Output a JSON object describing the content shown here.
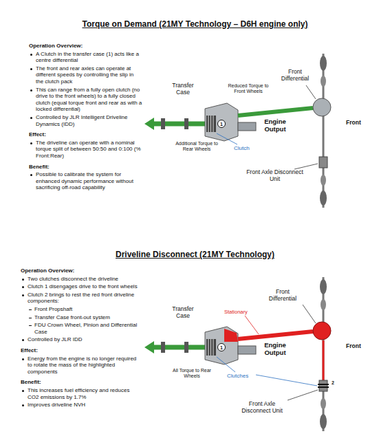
{
  "diagram": {
    "title": "Torque on Demand (21MY Technology – D6H engine only)",
    "nodes": [
      {
        "text": [
          "1"
        ]
      },
      {
        "text": [
          "1"
        ]
      }
    ],
    "labels": [
      "Operation Overview:",
      "A Clutch in the transfer case (1) acts like a centre differential",
      "The front and rear axles can operate at different speeds by controlling the slip in the clutch pack",
      "This can range from a fully open clutch (no drive to the front wheels) to a fully closed clutch (equal torque front and rear as with a locked differential)",
      "Controlled by JLR Intelligent Driveline Dynamics (IDD)",
      "Effect:",
      "The driveline can operate with a nominal torque split of between 50:50 and 0:100 (% Front:Rear)",
      "Benefit:",
      "Possible to calibrate the system for enhanced dynamic performance without sacrificing off-road capability",
      "Transfer Case",
      "Reduced Torque to Front Wheels",
      "Front Differential",
      "Engine Output",
      "Front",
      "Additional Torque to Rear Wheels",
      "Clutch",
      "Front Axle Disconnect Unit",
      "Driveline Disconnect (21MY Technology)",
      "Operation Overview:",
      "Two clutches disconnect the driveline",
      "Clutch 1 disengages drive to the front wheels",
      "Clutch 2 brings to rest the red front driveline components:",
      "Front Propshaft",
      "Transfer Case front-out system",
      "FDU Crown Wheel, Pinion and Differential Case",
      "Controlled by JLR IDD",
      "Effect:",
      "Energy from the engine is no longer required to rotate the mass of the highlighted components",
      "Benefit:",
      "This increases fuel efficiency and reduces CO2 emissions by 1.7%",
      "Improves driveline NVH",
      "Transfer Case",
      "Stationary",
      "Front Differential",
      "Engine Output",
      "Front",
      "All Torque to Rear Wheels",
      "Clutches",
      "Front Axle Disconnect Unit",
      "2"
    ]
  }
}
